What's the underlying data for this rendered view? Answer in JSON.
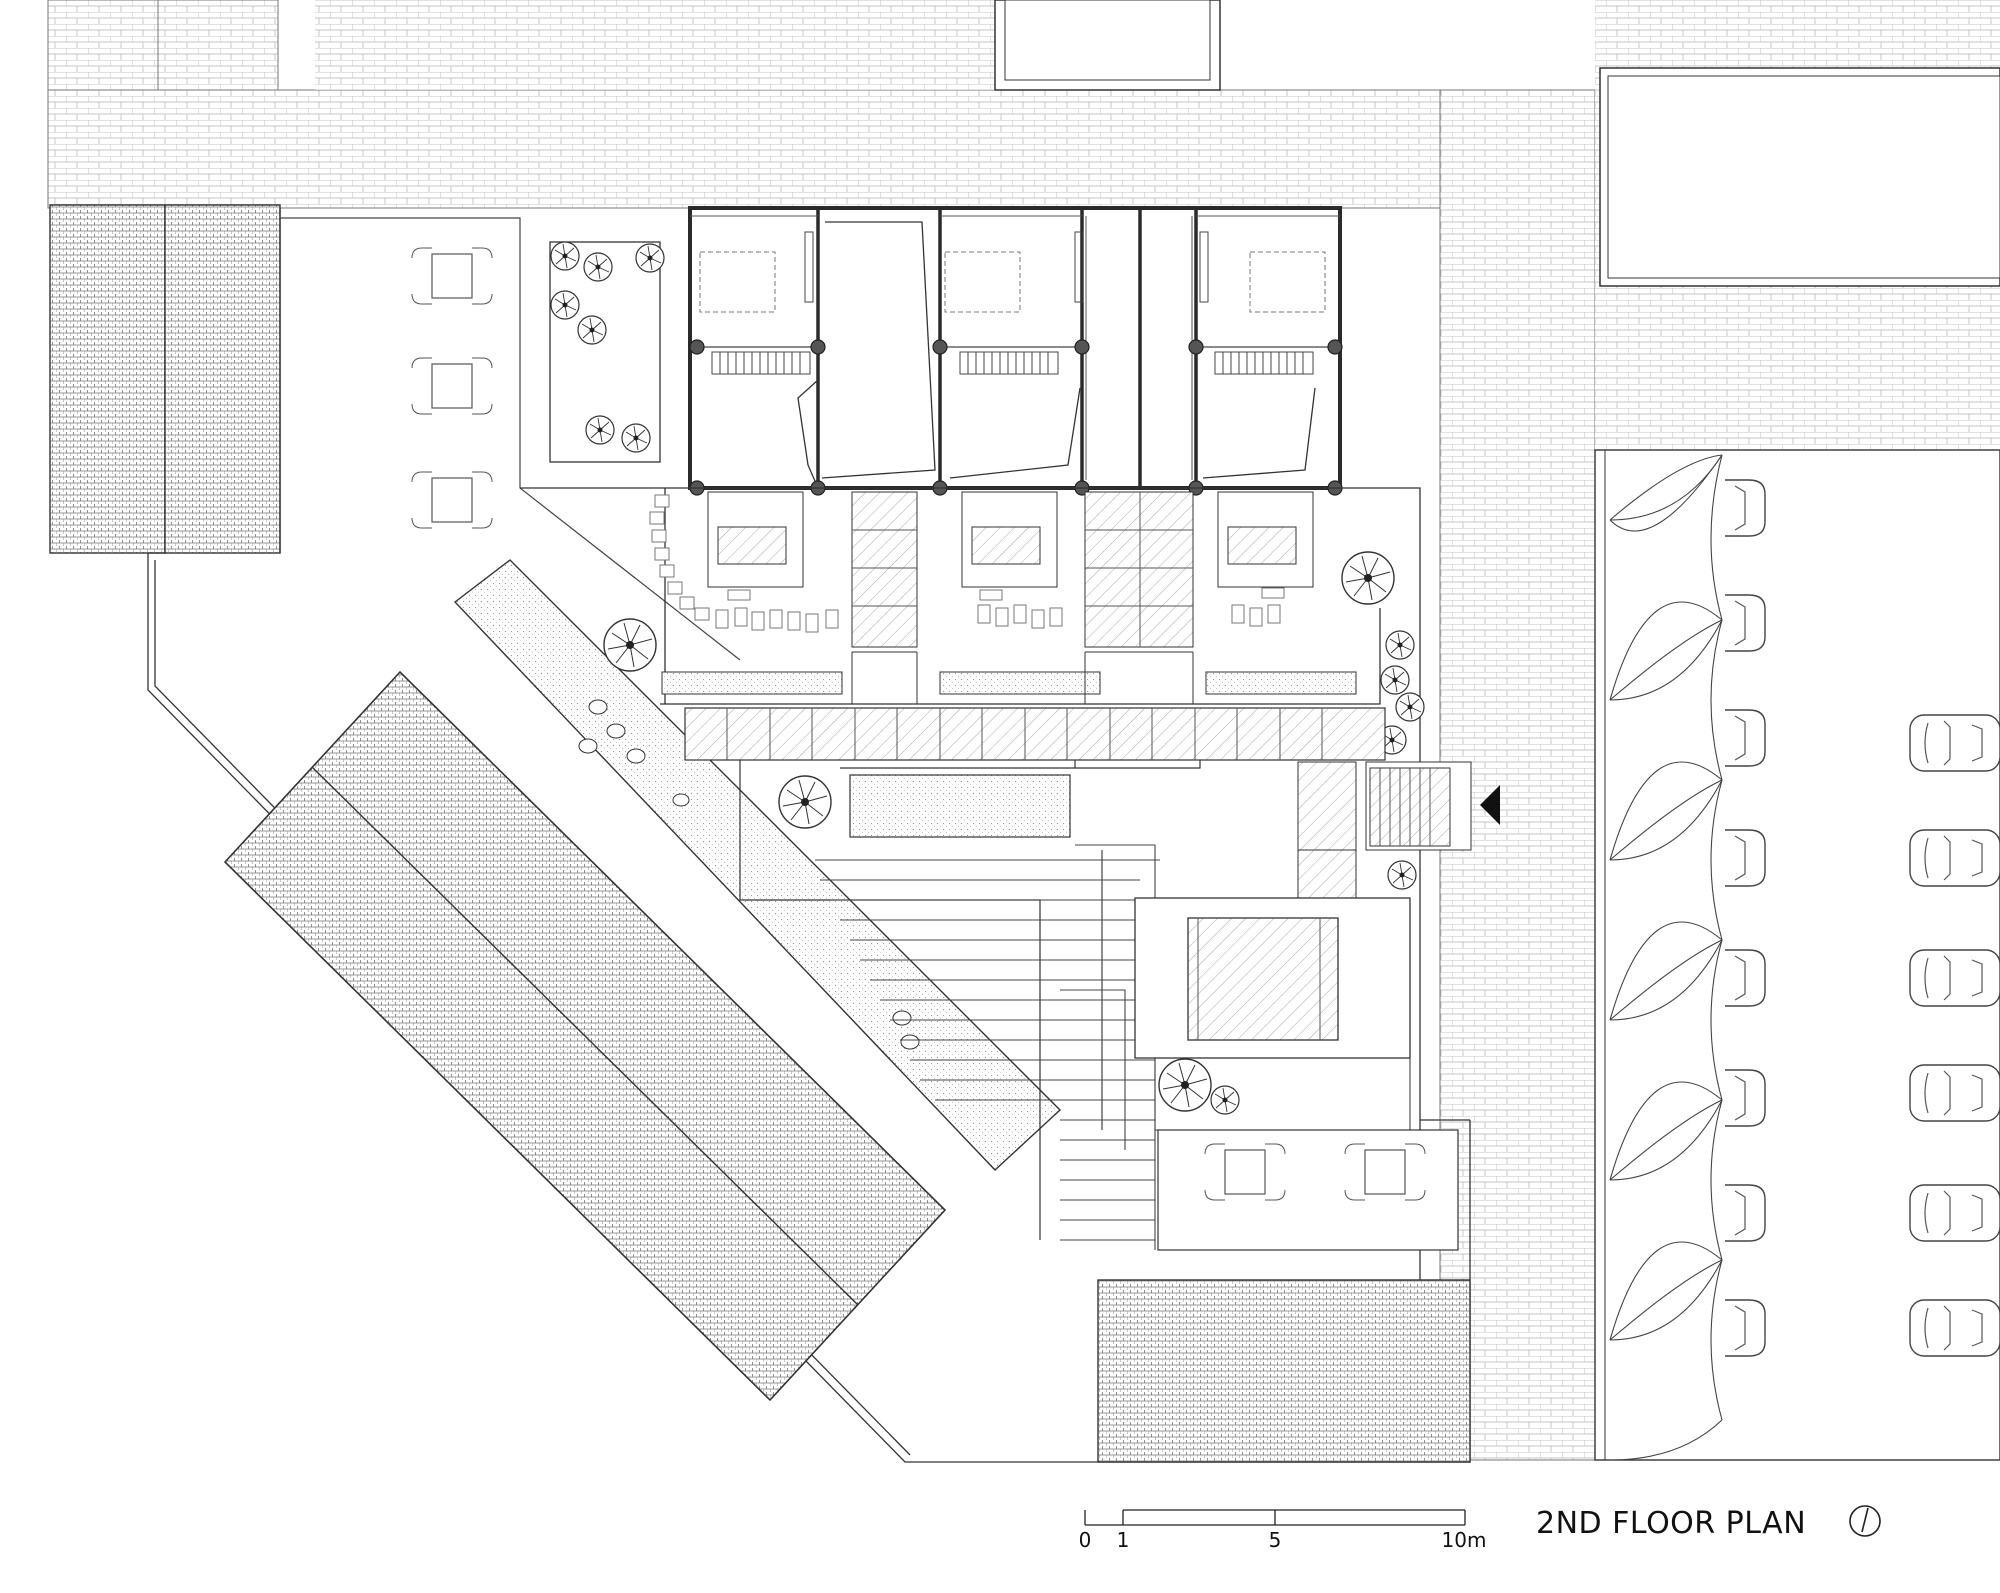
{
  "drawing": {
    "title": "2ND FLOOR PLAN",
    "scale_bar": {
      "labels": [
        "0",
        "1",
        "5",
        "10m"
      ],
      "ticks_m": [
        0,
        1,
        5,
        10
      ]
    },
    "north_arrow": "north-arrow-icon",
    "entrance_marker": "entrance-triangle-icon",
    "units": 3
  },
  "colors": {
    "line": "#222222",
    "light_line": "#9a9a9a",
    "wall": "#3a3a3a",
    "hatch": "#b0b0b0"
  }
}
